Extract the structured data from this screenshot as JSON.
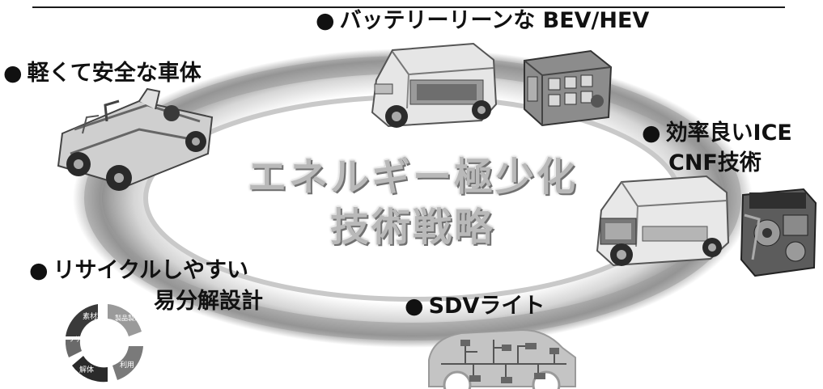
{
  "labels": {
    "bev_hev": "バッテリーリーンな BEV/HEV",
    "light_body": "軽くて安全な車体",
    "ice_line1": "効率良いICE",
    "ice_line2": "CNF技術",
    "recycle_line1": "リサイクルしやすい",
    "recycle_line2": "易分解設計",
    "sdv": "SDVライト",
    "bullet": "●"
  },
  "center": {
    "line1": "エネルギー極少化",
    "line2": "技術戦略"
  },
  "cycle": {
    "segments": [
      "素材料",
      "リサイクル",
      "製品製造",
      "利用",
      "解体"
    ]
  },
  "colors": {
    "text": "#111111",
    "ring_outer": "#7a7a7a",
    "ring_inner": "#ffffff",
    "title_face": "#b9b9b9"
  },
  "icons": [
    "bev-car-icon",
    "battery-module-icon",
    "car-chassis-icon",
    "hybrid-car-icon",
    "engine-icon",
    "recycle-cycle-icon",
    "sdv-car-network-icon"
  ]
}
